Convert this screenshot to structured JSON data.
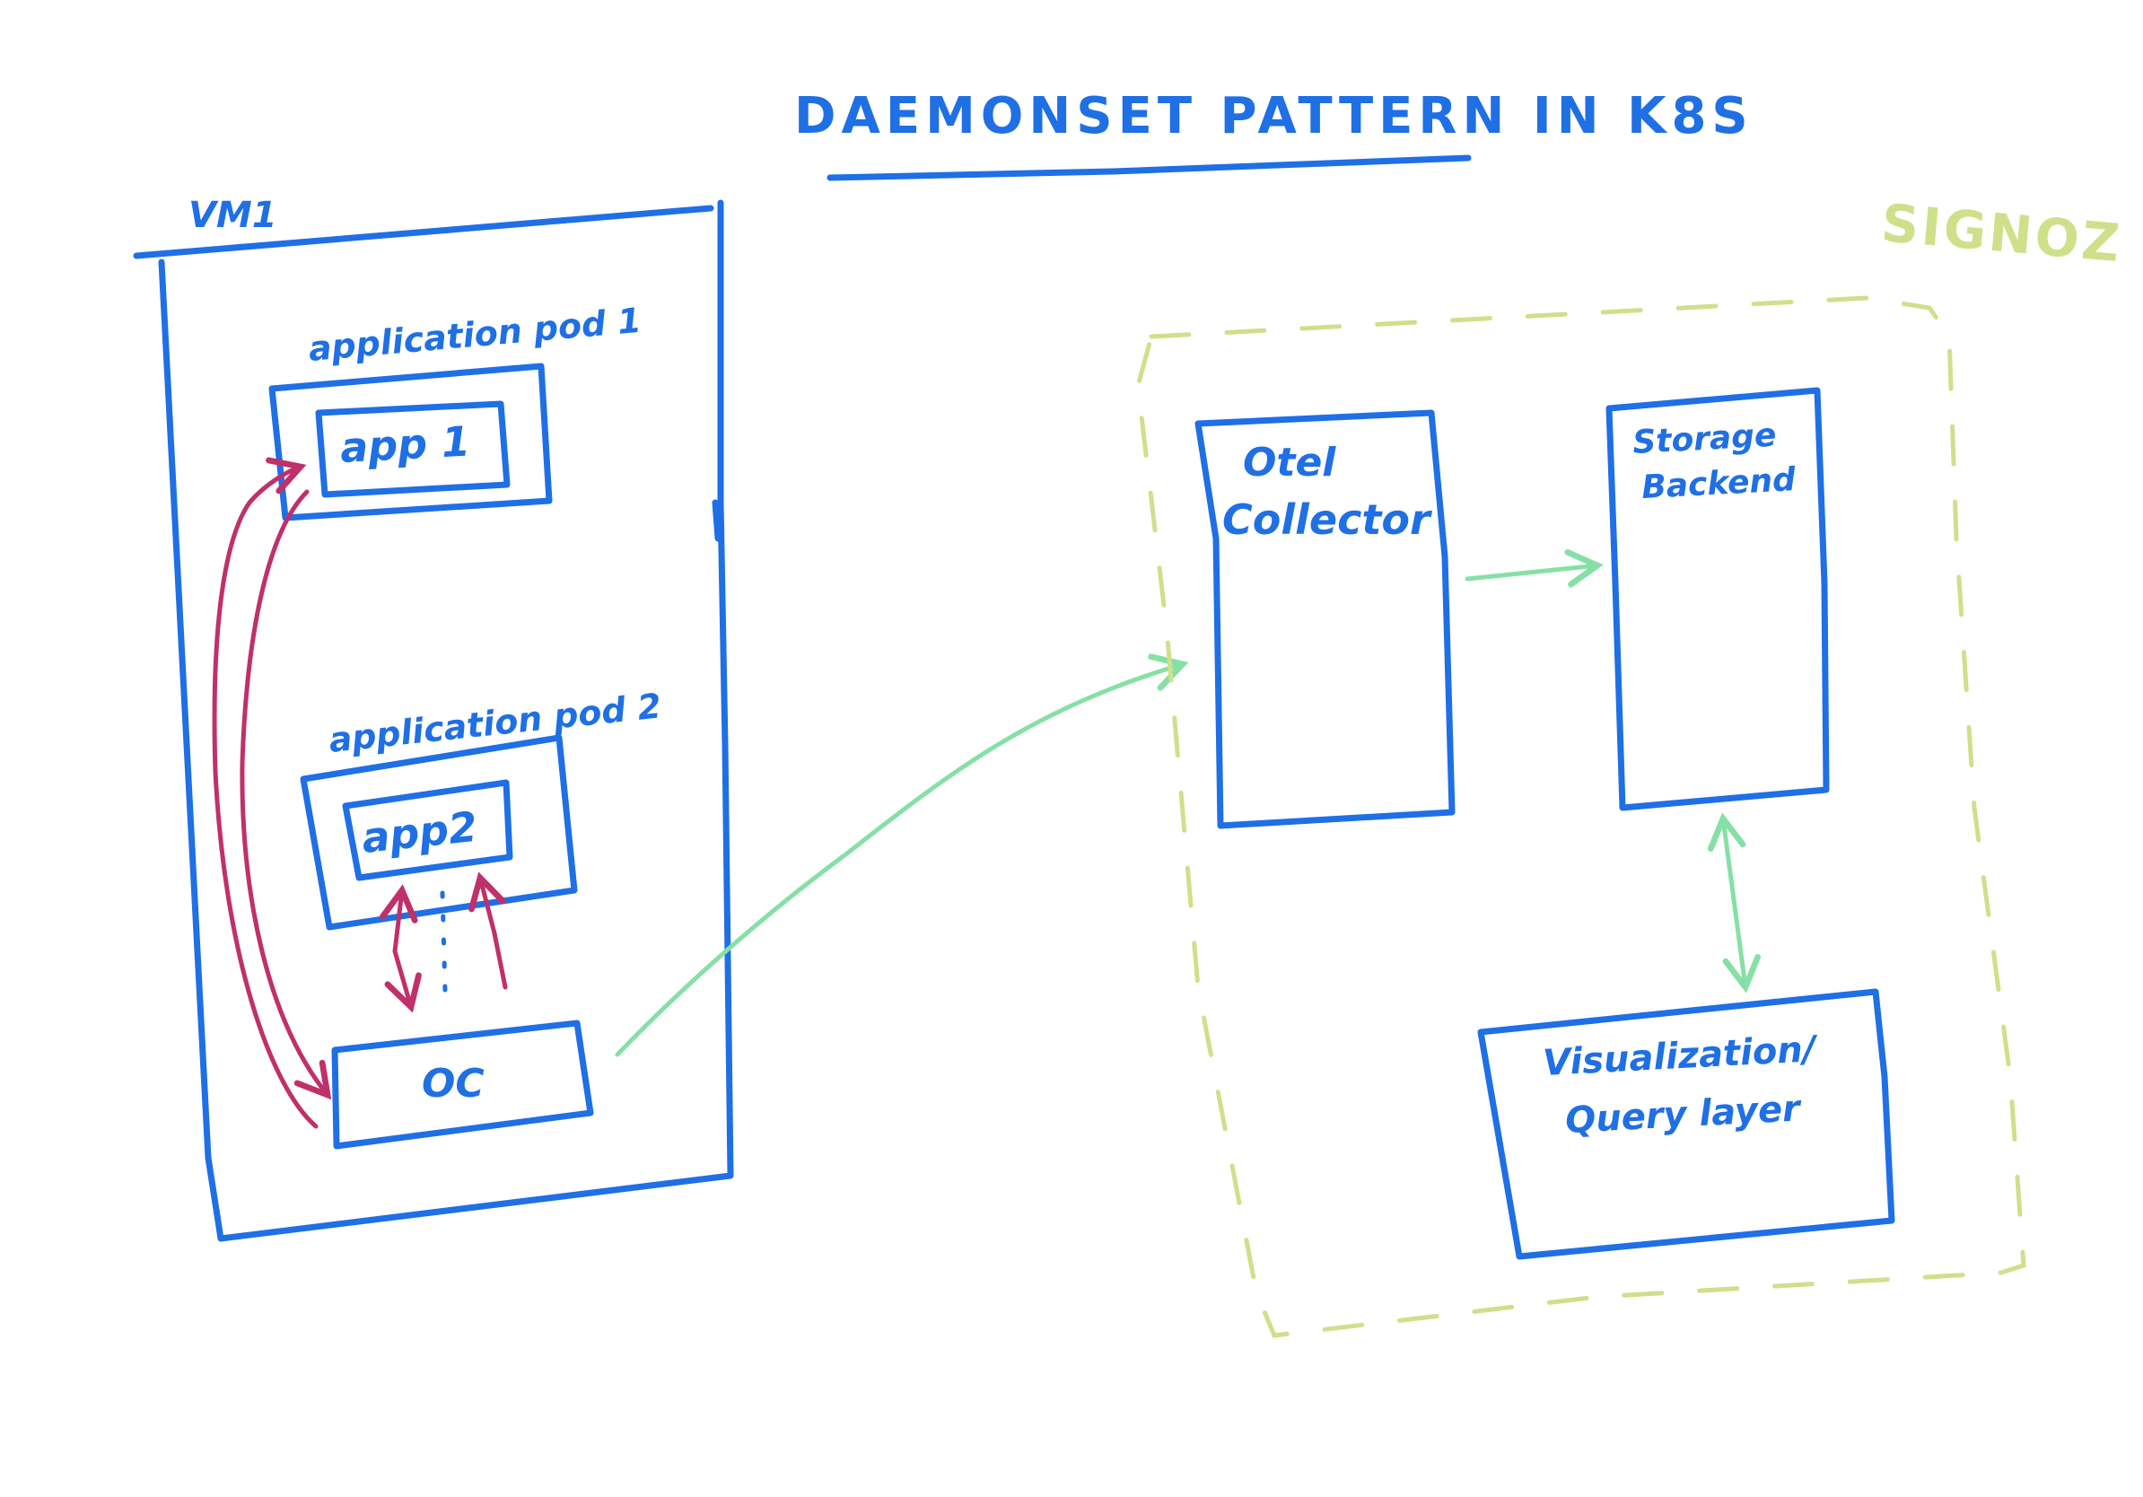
{
  "title": "DAEMONSET PATTERN IN K8S",
  "vm": {
    "label": "VM1",
    "pods": [
      {
        "label": "application pod 1",
        "app": "app 1"
      },
      {
        "label": "application pod 2",
        "app": "app2"
      }
    ],
    "collector": "OC"
  },
  "signoz": {
    "label": "SIGNOZ",
    "otel_collector": [
      "Otel",
      "Collector"
    ],
    "storage_backend": [
      "Storage",
      "Backend"
    ],
    "visualization": [
      "Visualization/",
      "Query layer"
    ]
  },
  "colors": {
    "blue": "#1f6fe5",
    "magenta": "#c0306a",
    "green": "#86e0a6",
    "lime": "#cfe08a"
  }
}
